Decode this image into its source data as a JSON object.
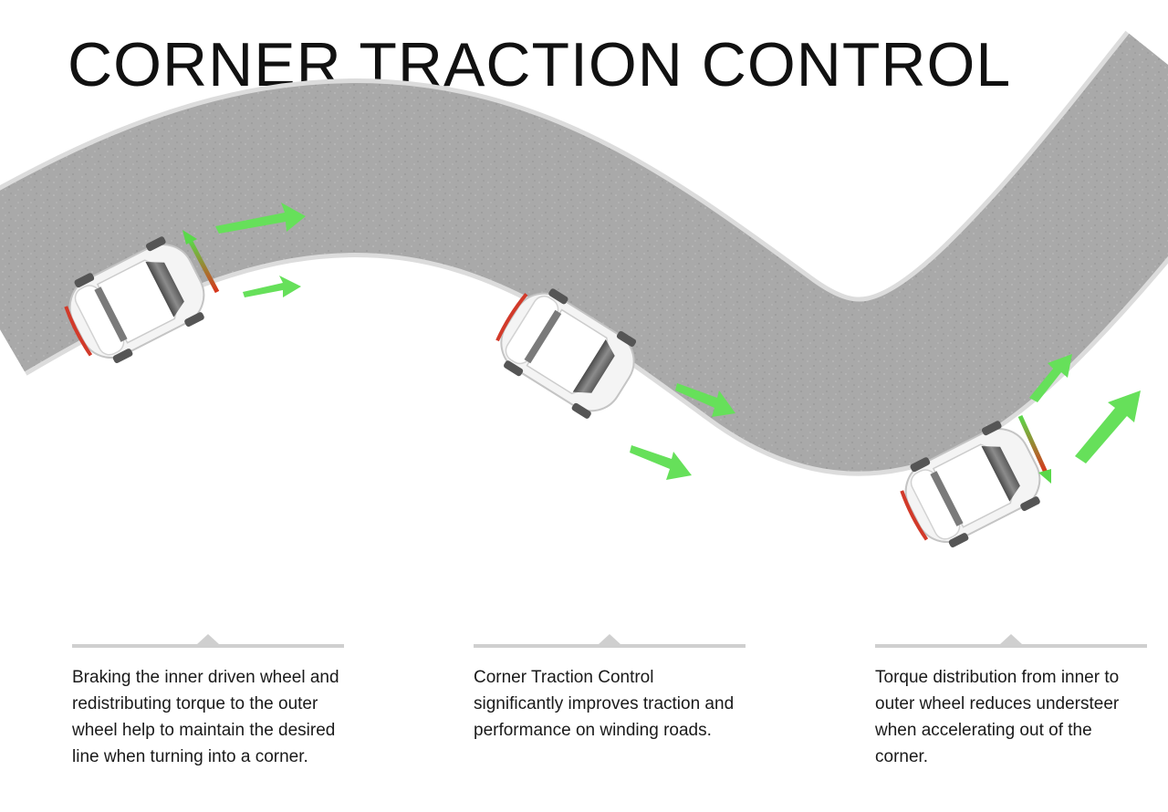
{
  "title": "CORNER TRACTION CONTROL",
  "colors": {
    "road": "#a8a8a8",
    "road_edge": "#d8d8d8",
    "car_body": "#f2f2f2",
    "glass": "#6e6e6e",
    "force_arrow": "#66e05a",
    "torque_arrow": "#e23a1a",
    "rule": "#cfcfcf"
  },
  "captions": [
    {
      "text": "Braking the inner driven wheel and redistributing torque to the outer wheel help to maintain the desired line when turning into a corner."
    },
    {
      "text": "Corner Traction Control significantly improves traction and performance on winding roads."
    },
    {
      "text": "Torque distribution from inner to outer wheel reduces understeer when accelerating out of the corner."
    }
  ]
}
